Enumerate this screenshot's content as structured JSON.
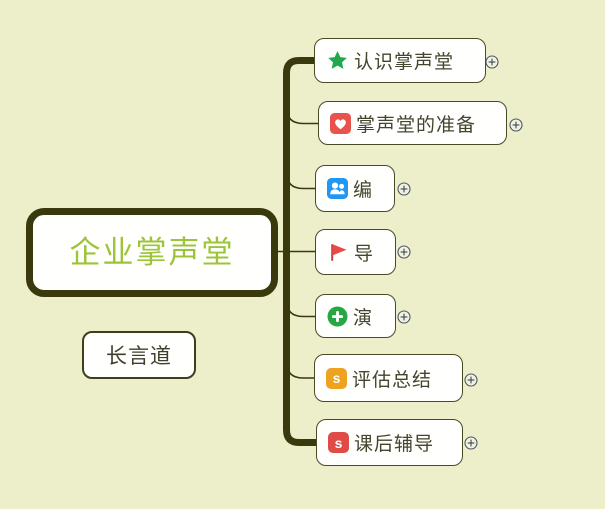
{
  "canvas": {
    "background_color": "#edefcb",
    "line_color": "#3a390d"
  },
  "root": {
    "label": "企业掌声堂",
    "text_color": "#9cc438",
    "border_color": "#3a390d",
    "fill_color": "#fffffe"
  },
  "floating": {
    "label": "长言道",
    "text_color": "#403f2b"
  },
  "branches": [
    {
      "label": "认识掌声堂",
      "icon": "star-icon",
      "icon_color": "#21a94e"
    },
    {
      "label": "掌声堂的准备",
      "icon": "heart-icon",
      "icon_color": "#e8534e"
    },
    {
      "label": "编",
      "icon": "people-icon",
      "icon_color": "#2196f3"
    },
    {
      "label": "导",
      "icon": "flag-icon",
      "icon_color": "#e84a45"
    },
    {
      "label": "演",
      "icon": "plus-circle-icon",
      "icon_color": "#27a744"
    },
    {
      "label": "评估总结",
      "icon": "letter-s-icon",
      "icon_color": "#eea320",
      "icon_letter": "s"
    },
    {
      "label": "课后辅导",
      "icon": "letter-s-icon",
      "icon_color": "#e04b46",
      "icon_letter": "s"
    }
  ],
  "expand_buttons": {
    "symbol": "+",
    "count": 7
  }
}
